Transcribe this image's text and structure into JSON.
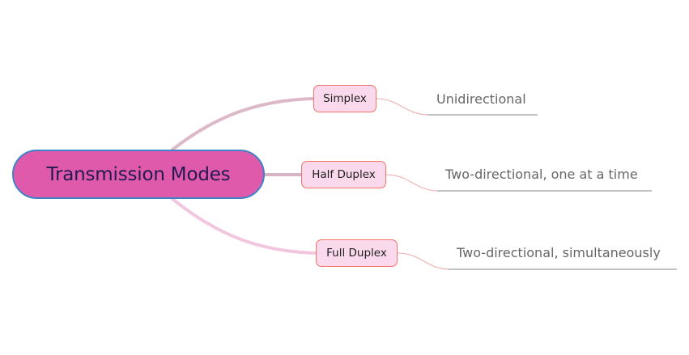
{
  "root": {
    "label": "Transmission Modes"
  },
  "branches": [
    {
      "label": "Simplex",
      "leaf": "Unidirectional"
    },
    {
      "label": "Half Duplex",
      "leaf": "Two-directional, one at a time"
    },
    {
      "label": "Full Duplex",
      "leaf": "Two-directional, simultaneously"
    }
  ],
  "colors": {
    "root_fill": "#e05aac",
    "root_border": "#3f82c8",
    "branch_fill": "#fbd9ec",
    "branch_border": "#f07468",
    "leaf_underline": "#9e9e9e"
  }
}
